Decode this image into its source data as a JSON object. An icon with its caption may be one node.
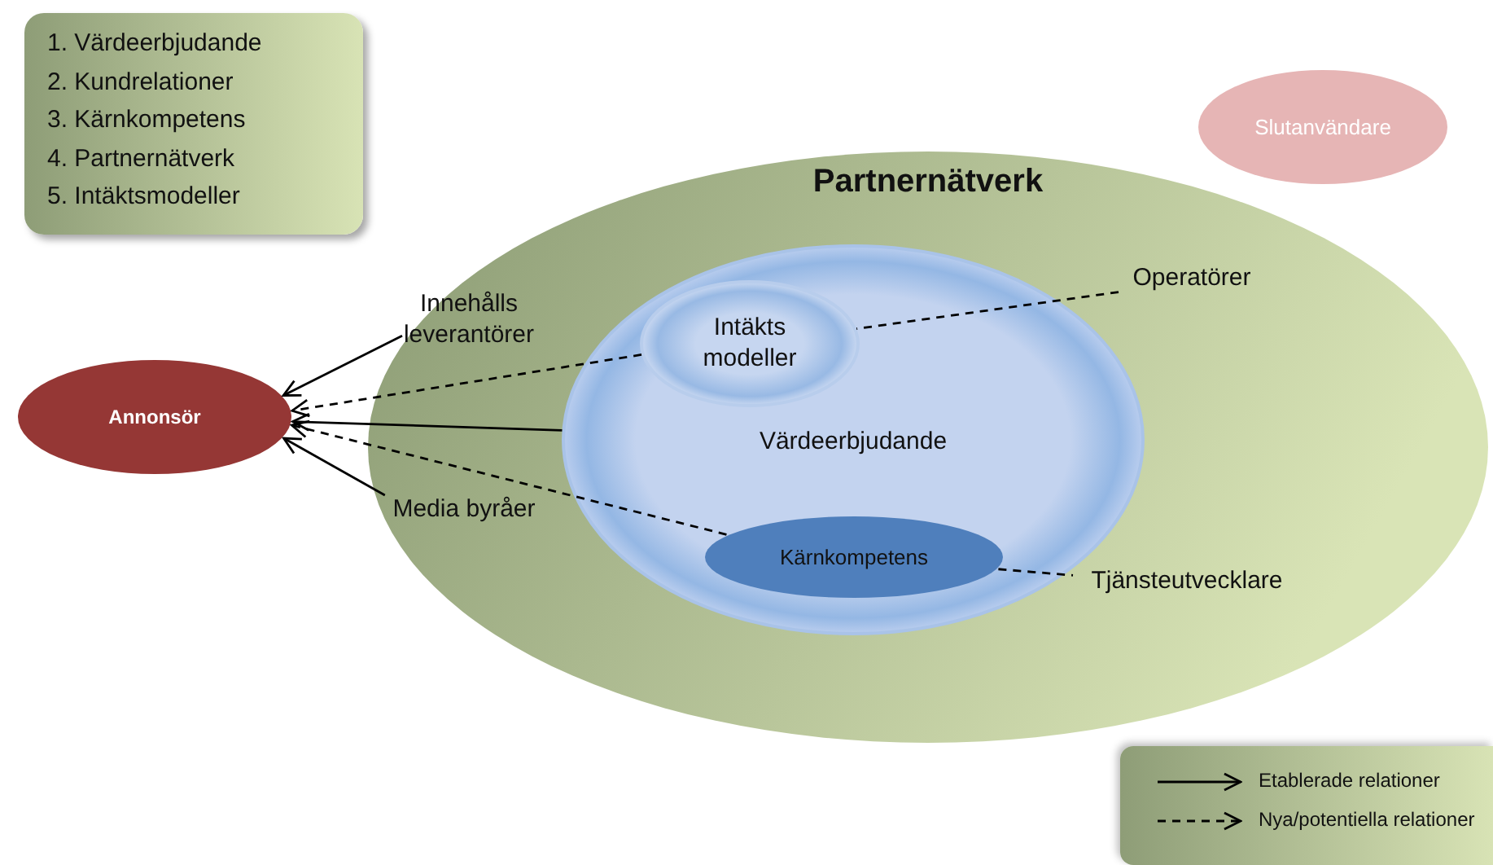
{
  "diagram": {
    "nodes": [
      {
        "text": [
          "1. Värdeerbjudande",
          "2. Kundrelationer",
          "3. Kärnkompetens",
          "4. Partnernätverk",
          "5. Intäktsmodeller"
        ]
      },
      {
        "text": [
          "Slutanvändare"
        ]
      },
      {
        "text": [
          "Partnernätverk"
        ]
      },
      {
        "text": [
          "Värdeerbjudande"
        ],
        "in": 2
      },
      {
        "text": [
          "Intäkts modeller"
        ],
        "in": 3
      },
      {
        "text": [
          "Kärnkompetens"
        ],
        "in": 3
      },
      {
        "text": [
          "Annonsör"
        ]
      },
      {
        "text": [
          "Innehålls leverantörer"
        ],
        "in": 2
      },
      {
        "text": [
          "Media byråer"
        ],
        "in": 2
      },
      {
        "text": [
          "Operatörer"
        ],
        "in": 2
      },
      {
        "text": [
          "Tjänsteutvecklare"
        ],
        "in": 2
      }
    ],
    "edges": [
      {
        "from": 7,
        "to": 6,
        "arrow": "to"
      },
      {
        "from": 4,
        "to": 6,
        "arrow": "to",
        "style": "dashed"
      },
      {
        "from": 3,
        "to": 6,
        "arrow": "to"
      },
      {
        "from": 5,
        "to": 6,
        "arrow": "to",
        "style": "dashed"
      },
      {
        "from": 8,
        "to": 6,
        "arrow": "to"
      },
      {
        "from": 9,
        "to": 4,
        "arrow": "none",
        "style": "dashed"
      },
      {
        "from": 5,
        "to": 10,
        "arrow": "none",
        "style": "dashed"
      }
    ],
    "legend": [
      {
        "text": "Etablerade relationer"
      },
      {
        "text": "Nya/potentiella relationer"
      }
    ]
  }
}
